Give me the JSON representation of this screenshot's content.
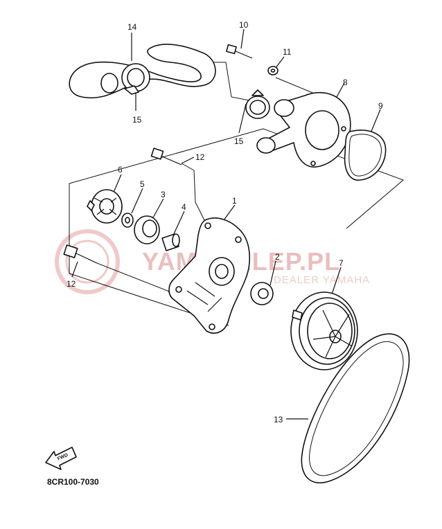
{
  "diagram": {
    "callouts": {
      "p1": "1",
      "p2": "2",
      "p3": "3",
      "p4": "4",
      "p5": "5",
      "p6": "6",
      "p7": "7",
      "p8": "8",
      "p9": "9",
      "p10": "10",
      "p11": "11",
      "p12a": "12",
      "p12b": "12",
      "p13": "13",
      "p14": "14",
      "p15a": "15",
      "p15b": "15"
    },
    "drawing_code": "8CR100-7030",
    "fwd_label": "FWD",
    "watermark": {
      "brand": "YAMASKLEP.PL",
      "tagline": "DEALER YAMAHA"
    },
    "colors": {
      "ink": "#111111",
      "watermark": "#e9b8b8"
    }
  }
}
